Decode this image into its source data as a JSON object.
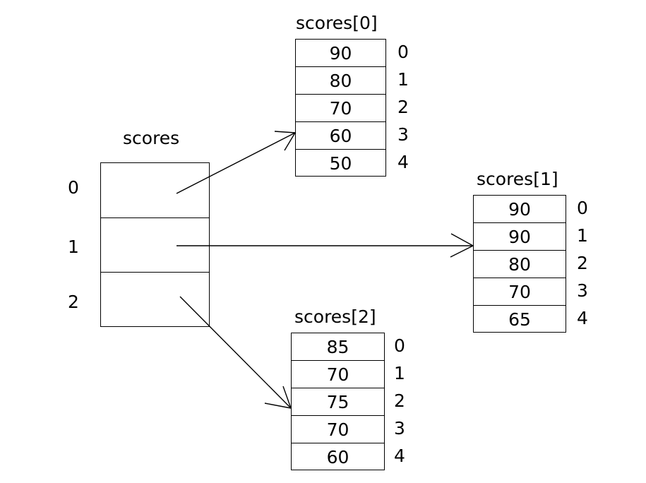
{
  "diagram": {
    "title_main": "scores",
    "main_array": {
      "label": "scores",
      "indices": [
        "0",
        "1",
        "2"
      ],
      "cells": [
        "",
        "",
        ""
      ]
    },
    "sub_arrays": [
      {
        "label": "scores[0]",
        "indices": [
          "0",
          "1",
          "2",
          "3",
          "4"
        ],
        "values": [
          "90",
          "80",
          "70",
          "60",
          "50"
        ]
      },
      {
        "label": "scores[1]",
        "indices": [
          "0",
          "1",
          "2",
          "3",
          "4"
        ],
        "values": [
          "90",
          "90",
          "80",
          "70",
          "65"
        ]
      },
      {
        "label": "scores[2]",
        "indices": [
          "0",
          "1",
          "2",
          "3",
          "4"
        ],
        "values": [
          "85",
          "70",
          "75",
          "70",
          "60"
        ]
      }
    ],
    "colors": {
      "stroke": "#000000",
      "text": "#000000",
      "background": "#ffffff"
    }
  }
}
